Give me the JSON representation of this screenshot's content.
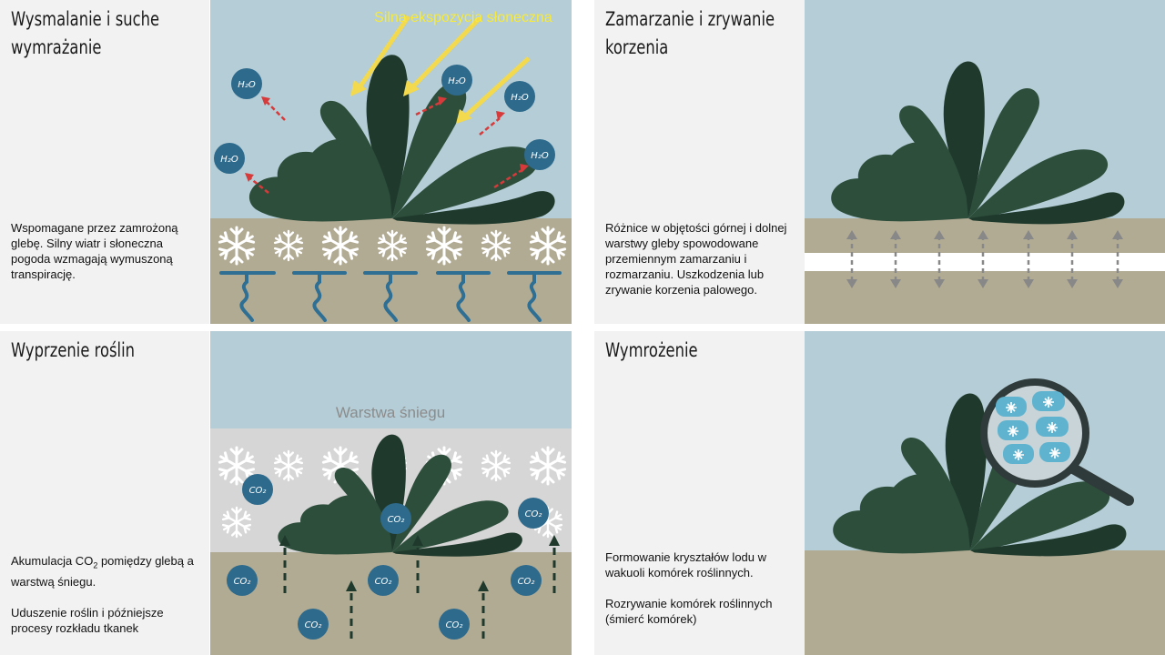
{
  "colors": {
    "sky": "#b4cdd6",
    "soil": "#b2ab94",
    "snow_layer": "#d6d6d6",
    "leaf": "#2e4e3c",
    "leaf_dark": "#1f3a2c",
    "molecule": "#2e6a8c",
    "sun_arrow": "#f3d94e",
    "vapor_arrow": "#d63a3a",
    "root": "#2f6f94",
    "panel_bg": "#f2f2f2"
  },
  "panels": [
    {
      "title_lines": [
        "Wysmalanie i suche",
        "wymrażanie"
      ],
      "description": "Wspomagane przez zamrożoną glebę. Silny wiatr i słoneczna pogoda wzmagają wymuszoną transpirację.",
      "sun_label": "Silna ekspozycja słoneczna",
      "molecule_label": "H2O",
      "icons": [
        "snowflake-icon",
        "root-icon",
        "sun-ray-arrow",
        "water-molecule"
      ]
    },
    {
      "title_lines": [
        "Zamarzanie i zrywanie",
        "korzenia"
      ],
      "description": "Różnice w objętości górnej i dolnej warstwy gleby spowodowane przemiennym zamarzaniu i rozmarzaniu. Uszkodzenia lub zrywanie korzenia palowego.",
      "icons": [
        "double-arrow-icon"
      ]
    },
    {
      "title_lines": [
        "Wyprzenie roślin"
      ],
      "snow_label": "Warstwa śniegu",
      "desc_prefix": "Akumulacja CO",
      "desc_sub": "2",
      "desc_suffix": " pomiędzy glebą a warstwą śniegu.",
      "description_2": "Uduszenie roślin i późniejsze procesy rozkładu tkanek",
      "molecule_label": "CO2",
      "icons": [
        "snowflake-icon",
        "co2-molecule",
        "up-arrow-icon"
      ]
    },
    {
      "title_lines": [
        "Wymrożenie"
      ],
      "description": "Formowanie kryształów lodu w wakuoli komórek roślinnych.",
      "description_2": "Rozrywanie komórek roślinnych (śmierć komórek)",
      "icons": [
        "magnifier-icon",
        "ice-crystal-icon"
      ]
    }
  ]
}
